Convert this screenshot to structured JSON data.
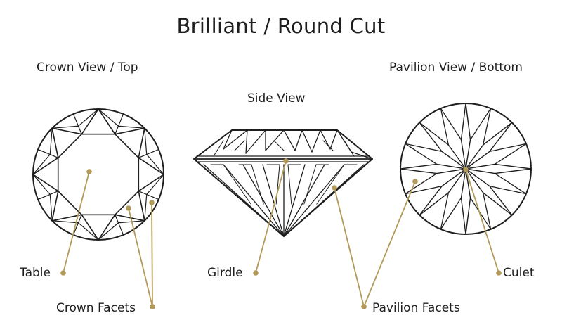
{
  "title": "Brilliant / Round Cut",
  "views": {
    "crown": "Crown View / Top",
    "side": "Side View",
    "pavilion": "Pavilion View / Bottom"
  },
  "callouts": {
    "table": "Table",
    "crown_facets": "Crown Facets",
    "girdle": "Girdle",
    "pavilion_facets": "Pavilion Facets",
    "culet": "Culet"
  },
  "colors": {
    "line": "#1e1e1e",
    "accent": "#b39a5a"
  }
}
